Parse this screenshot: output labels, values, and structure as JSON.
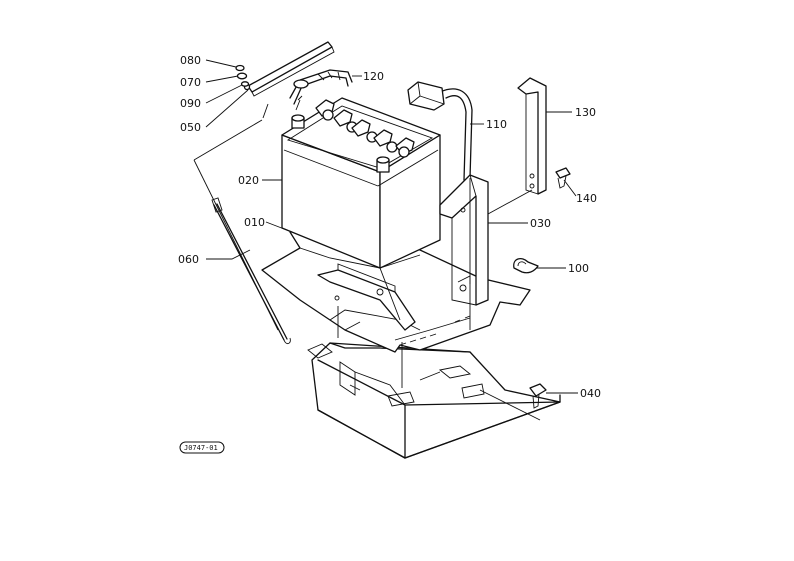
{
  "parts": [
    {
      "key": "p080",
      "label": "080"
    },
    {
      "key": "p070",
      "label": "070"
    },
    {
      "key": "p090",
      "label": "090"
    },
    {
      "key": "p050",
      "label": "050"
    },
    {
      "key": "p120",
      "label": "120"
    },
    {
      "key": "p110",
      "label": "110"
    },
    {
      "key": "p130",
      "label": "130"
    },
    {
      "key": "p140",
      "label": "140"
    },
    {
      "key": "p020",
      "label": "020"
    },
    {
      "key": "p010",
      "label": "010"
    },
    {
      "key": "p030",
      "label": "030"
    },
    {
      "key": "p060",
      "label": "060"
    },
    {
      "key": "p100",
      "label": "100"
    },
    {
      "key": "p040",
      "label": "040"
    }
  ],
  "drawing_code": "J0747-01",
  "ink_color": "#111111",
  "paper_color": "#ffffff"
}
